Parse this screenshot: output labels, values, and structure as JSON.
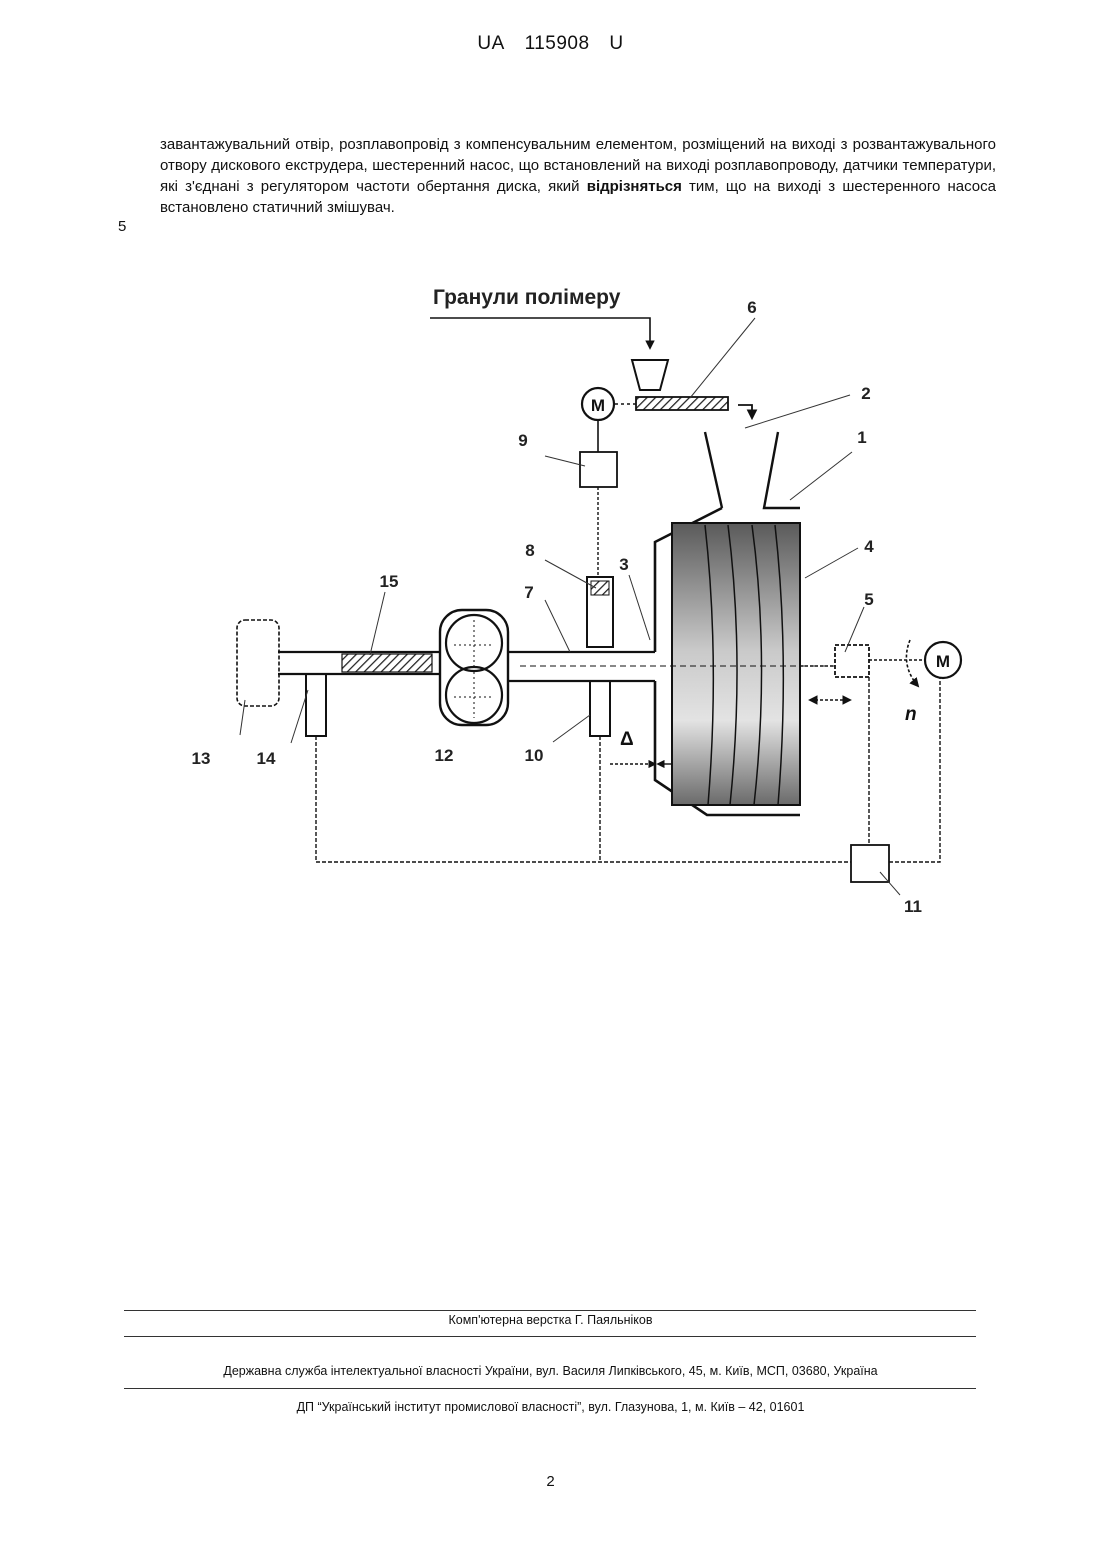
{
  "header": {
    "country": "UA",
    "patent_number": "115908",
    "kind": "U"
  },
  "body": {
    "text_before": "завантажувальний отвір, розплавопровід з компенсувальним елементом, розміщений на виході з розвантажувального отвору дискового екструдера, шестеренний насос, що встановлений на виході розплавопроводу, датчики температури, які з'єднані з регулятором частоти обертання диска, який ",
    "text_bold": "відрізняться",
    "text_after": " тим, що на виході з шестеренного насоса встановлено статичний змішувач.",
    "line_number": "5"
  },
  "figure": {
    "granules_label": "Гранули полімеру",
    "motor_symbol": "M",
    "rotation_label": "n",
    "gap_label": "Δ",
    "labels": {
      "l1": "1",
      "l2": "2",
      "l3": "3",
      "l4": "4",
      "l5": "5",
      "l6": "6",
      "l7": "7",
      "l8": "8",
      "l9": "9",
      "l10": "10",
      "l11": "11",
      "l12": "12",
      "l13": "13",
      "l14": "14",
      "l15": "15"
    }
  },
  "footer": {
    "layout_credit": "Комп'ютерна верстка Г. Паяльніков",
    "publisher": "Державна служба інтелектуальної власності України, вул. Василя Липківського, 45, м. Київ, МСП, 03680, Україна",
    "printer": "ДП “Український інститут промислової власності”, вул. Глазунова, 1, м. Київ – 42, 01601",
    "page_number": "2"
  }
}
